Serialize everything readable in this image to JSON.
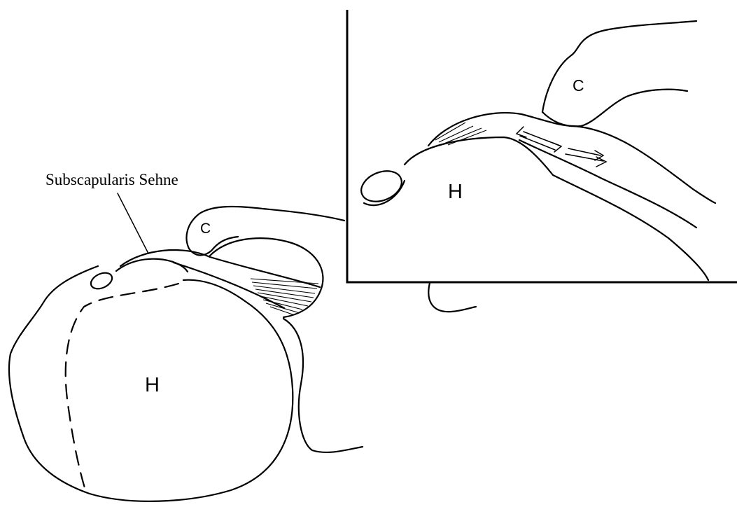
{
  "main_view": {
    "label_tendon": "Subscapularis Sehne",
    "label_head": "H",
    "label_coracoid": "C"
  },
  "inset_view": {
    "label_head": "H",
    "label_coracoid": "C"
  }
}
